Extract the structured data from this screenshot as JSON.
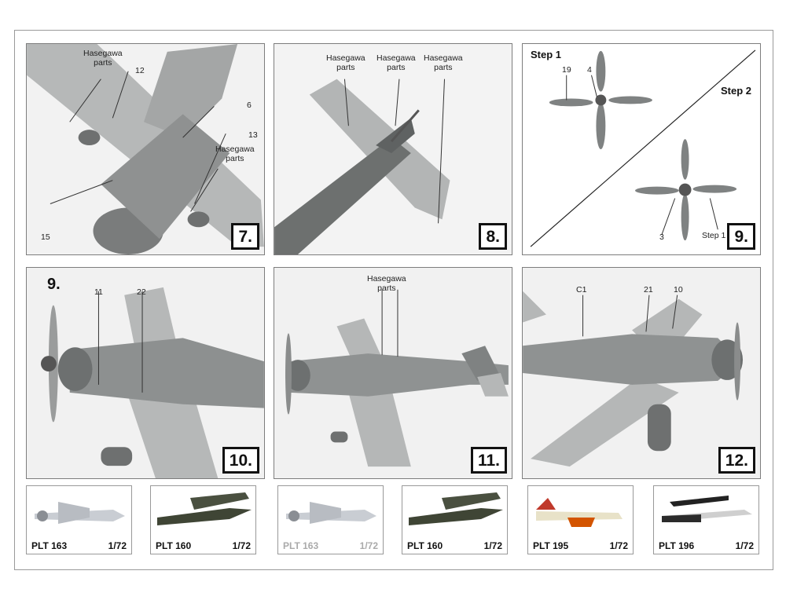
{
  "panels": {
    "p7": {
      "step": "7.",
      "labels": {
        "hasegawa1": "Hasegawa\nparts",
        "n12": "12",
        "n6": "6",
        "n13": "13",
        "hasegawa2": "Hasegawa\nparts",
        "n15": "15"
      }
    },
    "p8": {
      "step": "8.",
      "labels": {
        "h1": "Hasegawa\nparts",
        "h2": "Hasegawa\nparts",
        "h3": "Hasegawa\nparts"
      }
    },
    "p9": {
      "step": "9.",
      "step1": "Step 1",
      "step2": "Step 2",
      "labels": {
        "n19": "19",
        "n4": "4",
        "n3": "3",
        "step1small": "Step 1"
      }
    },
    "p10": {
      "step": "10.",
      "ref": "9.",
      "labels": {
        "n11": "11",
        "n22": "22"
      }
    },
    "p11": {
      "step": "11.",
      "labels": {
        "h": "Hasegawa\nparts"
      }
    },
    "p12": {
      "step": "12.",
      "labels": {
        "c1": "C1",
        "n21": "21",
        "n10": "10"
      }
    }
  },
  "thumbs": [
    {
      "code": "PLT 163",
      "scale": "1/72",
      "faded": false
    },
    {
      "code": "PLT 160",
      "scale": "1/72",
      "faded": false
    },
    {
      "code": "PLT 163",
      "scale": "1/72",
      "faded": true
    },
    {
      "code": "PLT 160",
      "scale": "1/72",
      "faded": false
    },
    {
      "code": "PLT 195",
      "scale": "1/72",
      "faded": false
    },
    {
      "code": "PLT 196",
      "scale": "1/72",
      "faded": false
    }
  ],
  "colors": {
    "model_grey": "#8e9090",
    "wing_light": "#b9bbbb",
    "dark_grey": "#5f6262"
  }
}
